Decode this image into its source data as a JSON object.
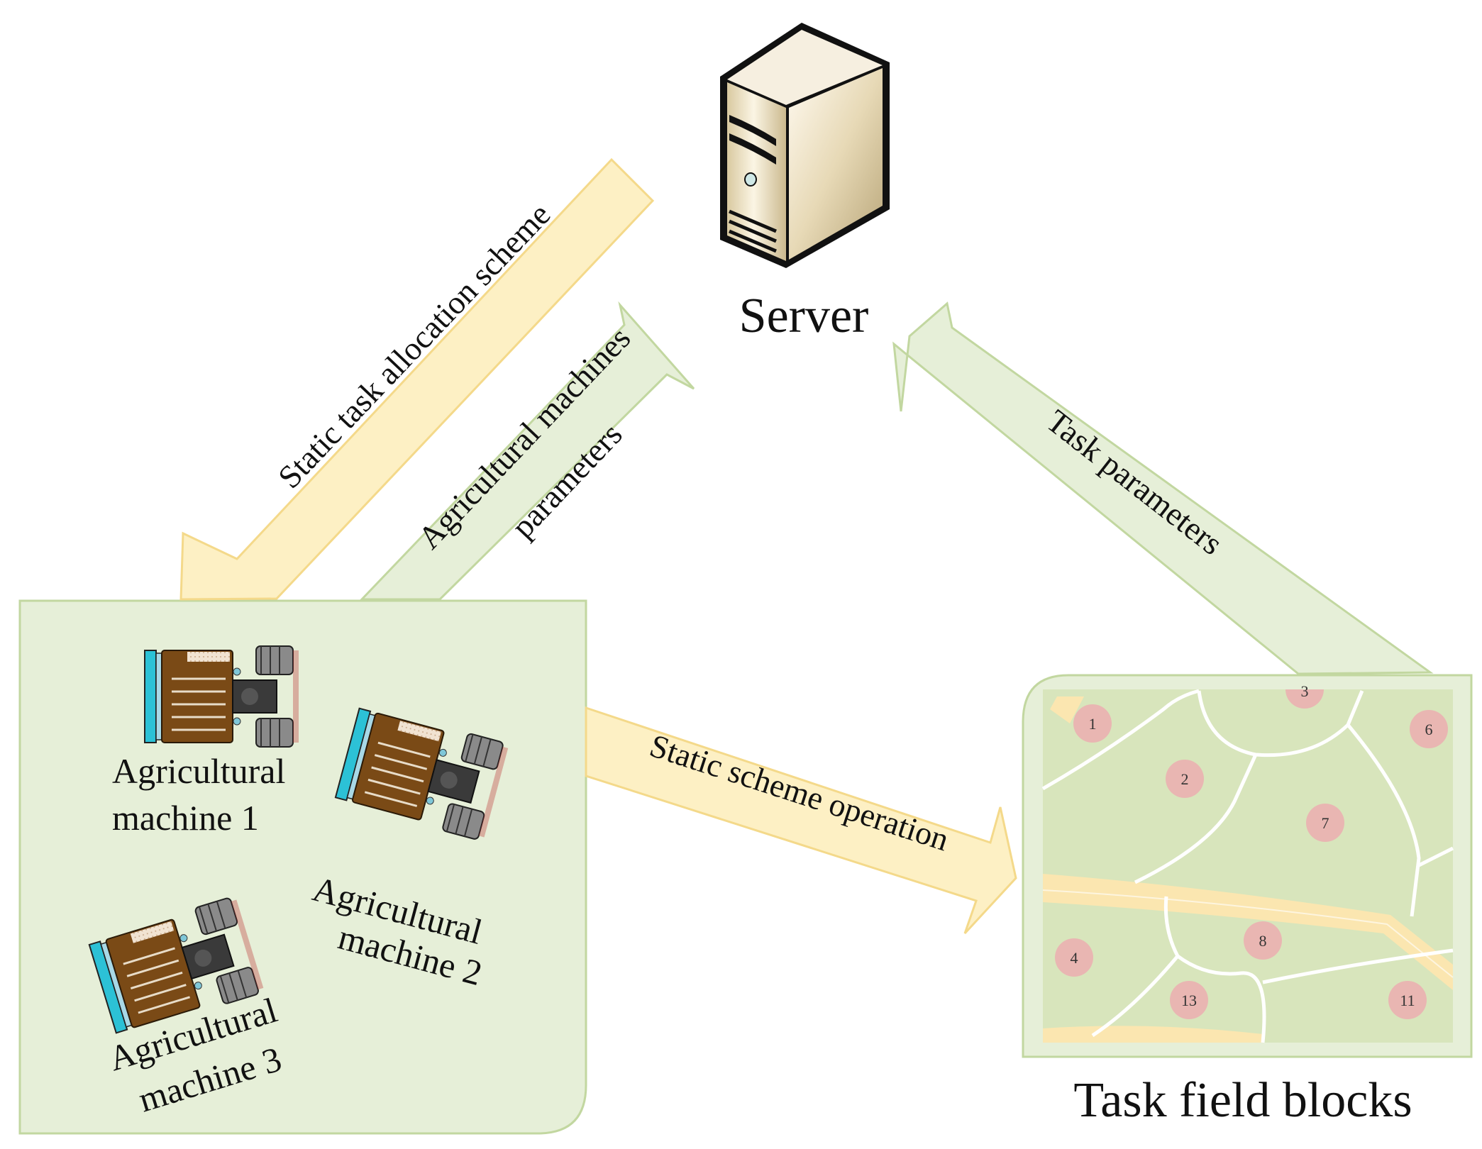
{
  "server": {
    "label": "Server"
  },
  "arrows": {
    "static_allocation": "Static task allocation scheme",
    "machine_params_line1": "Agricultural machines",
    "machine_params_line2": "parameters",
    "task_params": "Task parameters",
    "scheme_operation": "Static scheme operation"
  },
  "machines": [
    {
      "line1": "Agricultural",
      "line2": "machine 1"
    },
    {
      "line1": "Agricultural",
      "line2": "machine 2"
    },
    {
      "line1": "Agricultural",
      "line2": "machine 3"
    }
  ],
  "field": {
    "label": "Task field blocks",
    "blocks": [
      "1",
      "2",
      "3",
      "4",
      "6",
      "7",
      "8",
      "11",
      "13"
    ]
  },
  "colors": {
    "yellow_fill": "#fdf0c4",
    "yellow_stroke": "#f4d98a",
    "green_fill": "#e6efd8",
    "green_stroke": "#c2d7a0",
    "field_bg": "#d8e5bc",
    "road": "#fbe6b0",
    "block_circle": "#e9b6b2",
    "tractor_body": "#7a4a16"
  }
}
